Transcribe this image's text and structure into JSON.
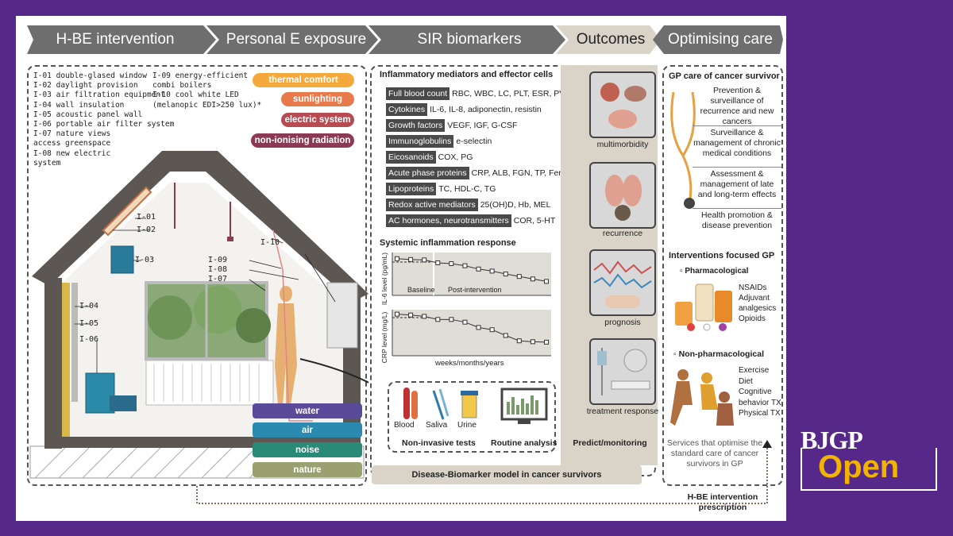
{
  "banner": {
    "steps": [
      "H-BE intervention",
      "Personal E exposure",
      "SIR biomarkers",
      "Outcomes",
      "Optimising care"
    ],
    "colors": {
      "dark": "#6e6e6e",
      "outcomes": "#d9d4c7",
      "purple": "#56288a"
    }
  },
  "interventions": {
    "left": [
      "I-01  double-glased window",
      "I-02  daylight provision",
      "I-03  air filtration equipment",
      "I-04  wall insulation",
      "I-05  acoustic panel wall",
      "I-06  portable air filter system",
      "I-07  nature views",
      "      access greenspace",
      "I-08  new electric",
      "      system"
    ],
    "right": [
      "I-09  energy-efficient",
      "      combi boilers",
      "I-10  cool white LED",
      "(melanopic EDI>250 lux)*"
    ]
  },
  "exposures": [
    {
      "label": "thermal comfort",
      "color": "#f4a93a"
    },
    {
      "label": "sunlighting",
      "color": "#e8794a"
    },
    {
      "label": "electric system",
      "color": "#b84a52"
    },
    {
      "label": "non-ionising radiation",
      "color": "#8a3a52"
    }
  ],
  "house_labels": {
    "i01": "I-01",
    "i02": "I-02",
    "i03": "I-03",
    "i04": "I-04",
    "i05": "I-05",
    "i06": "I-06",
    "i07": "I-07",
    "i08": "I-08",
    "i09": "I-09",
    "i10": "I-10"
  },
  "environment": [
    {
      "label": "water",
      "color": "#5a4a9a"
    },
    {
      "label": "air",
      "color": "#2a8ab0"
    },
    {
      "label": "noise",
      "color": "#2a8a78"
    },
    {
      "label": "nature",
      "color": "#9aa070"
    }
  ],
  "biomarkers": {
    "title": "Inflammatory mediators and effector cells",
    "rows": [
      {
        "tag": "Full blood count",
        "text": "RBC, WBC, LC, PLT, ESR, PV"
      },
      {
        "tag": "Cytokines",
        "text": "IL-6, IL-8, adiponectin, resistin"
      },
      {
        "tag": "Growth factors",
        "text": "VEGF, IGF, G-CSF"
      },
      {
        "tag": "Immunoglobulins",
        "text": "e-selectin"
      },
      {
        "tag": "Eicosanoids",
        "text": "COX, PG"
      },
      {
        "tag": "Acute phase proteins",
        "text": "CRP, ALB, FGN, TP, Fer"
      },
      {
        "tag": "Lipoproteins",
        "text": "TC, HDL-C, TG"
      },
      {
        "tag": "Redox active mediators",
        "text": "25(OH)D, Hb, MEL"
      },
      {
        "tag": "AC hormones, neurotransmitters",
        "text": "COR, 5-HT"
      }
    ],
    "sir_title": "Systemic inflammation response",
    "il6_ylabel": "IL-6 level (pg/mL)",
    "crp_ylabel": "CRP level (mg/L)",
    "baseline": "Baseline",
    "post": "Post-intervention",
    "xlabel": "weeks/months/years",
    "il6_values": [
      0.85,
      0.83,
      0.82,
      0.75,
      0.73,
      0.68,
      0.6,
      0.55,
      0.48,
      0.42,
      0.36,
      0.3
    ],
    "crp_values": [
      0.9,
      0.88,
      0.85,
      0.78,
      0.78,
      0.72,
      0.6,
      0.55,
      0.42,
      0.3,
      0.28,
      0.27
    ],
    "tests": [
      "Blood",
      "Saliva",
      "Urine"
    ],
    "tests_caption": "Non-invasive tests",
    "routine": "Routine analysis",
    "model": "Disease-Biomarker model in cancer survivors"
  },
  "outcomes": {
    "items": [
      "multimorbidity",
      "recurrence",
      "prognosis",
      "treatment response"
    ],
    "footer": "Predict/monitoring"
  },
  "care": {
    "title": "GP care of cancer survivor",
    "items": [
      "Prevention & surveillance of recurrence and new cancers",
      "Surveillance & management of chronic medical conditions",
      "Assessment & management of late and long-term effects",
      "Health promotion & disease prevention"
    ],
    "interventions_title": "Interventions focused GP",
    "pharma_title": "Pharmacological",
    "pharma": [
      "NSAIDs",
      "Adjuvant",
      "analgesics",
      "Opioids"
    ],
    "nonpharma_title": "Non-pharmacological",
    "nonpharma": [
      "Exercise",
      "Diet",
      "Cognitive",
      "behavior TX",
      "Physical TX"
    ],
    "services": "Services that optimise the standard care of cancer survivors in GP"
  },
  "prescription": {
    "line1": "H-BE intervention",
    "line2": "prescription"
  },
  "logo": {
    "top": "BJGP",
    "bottom": "Open",
    "yellow": "#f2b400"
  }
}
